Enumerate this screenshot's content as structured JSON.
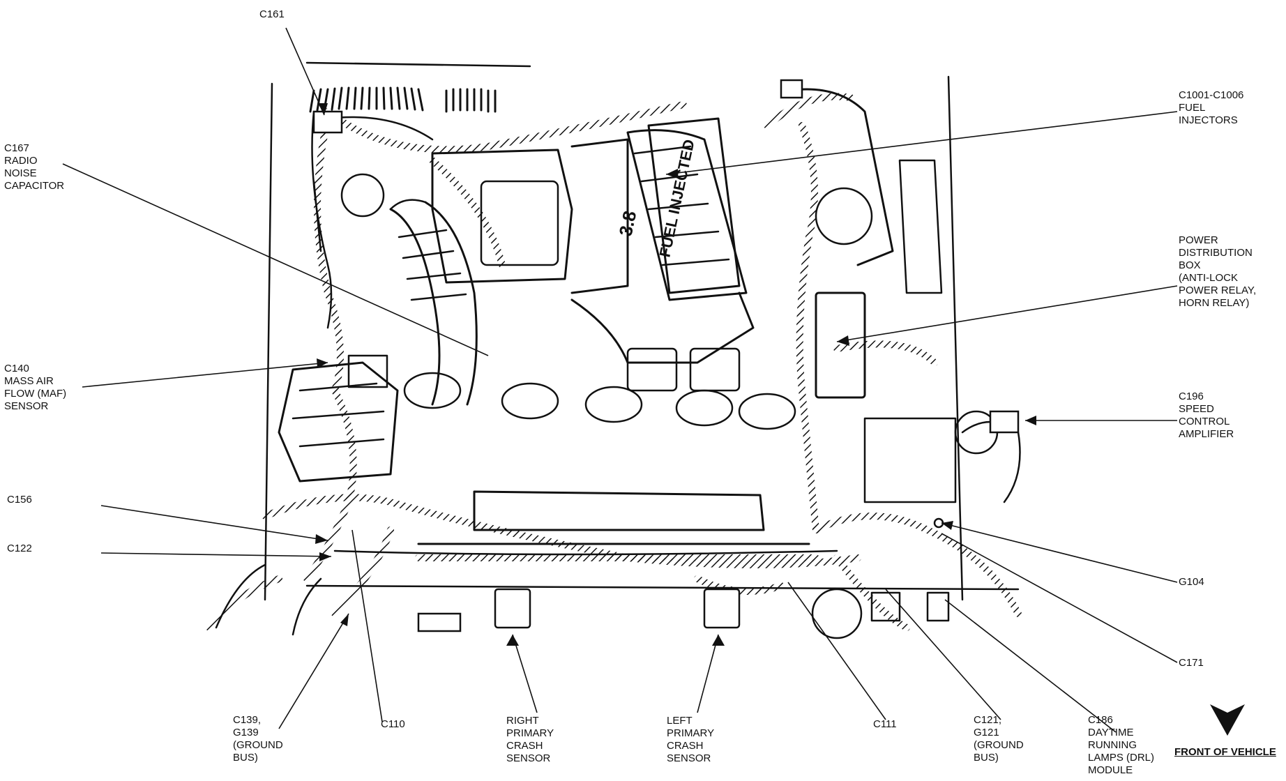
{
  "labels": {
    "c161": [
      "C161"
    ],
    "c167": [
      "C167",
      "RADIO",
      "NOISE",
      "CAPACITOR"
    ],
    "c140": [
      "C140",
      "MASS AIR",
      "FLOW (MAF)",
      "SENSOR"
    ],
    "c156": [
      "C156"
    ],
    "c122": [
      "C122"
    ],
    "c139": [
      "C139,",
      "G139",
      "(GROUND",
      "BUS)"
    ],
    "c110": [
      "C110"
    ],
    "right_crash": [
      "RIGHT",
      "PRIMARY",
      "CRASH",
      "SENSOR"
    ],
    "left_crash": [
      "LEFT",
      "PRIMARY",
      "CRASH",
      "SENSOR"
    ],
    "c111": [
      "C111"
    ],
    "c121": [
      "C121,",
      "G121",
      "(GROUND",
      "BUS)"
    ],
    "c186": [
      "C186",
      "DAYTIME",
      "RUNNING",
      "LAMPS (DRL)",
      "MODULE"
    ],
    "c171": [
      "C171"
    ],
    "g104": [
      "G104"
    ],
    "c196": [
      "C196",
      "SPEED",
      "CONTROL",
      "AMPLIFIER"
    ],
    "pdb": [
      "POWER",
      "DISTRIBUTION",
      "BOX",
      "(ANTI-LOCK",
      "POWER RELAY,",
      "HORN RELAY)"
    ],
    "c1001": [
      "C1001-C1006",
      "FUEL",
      "INJECTORS"
    ]
  },
  "engine_text": "FUEL INJECTED",
  "engine_size": "3.8",
  "front_of_vehicle": "FRONT OF VEHICLE"
}
